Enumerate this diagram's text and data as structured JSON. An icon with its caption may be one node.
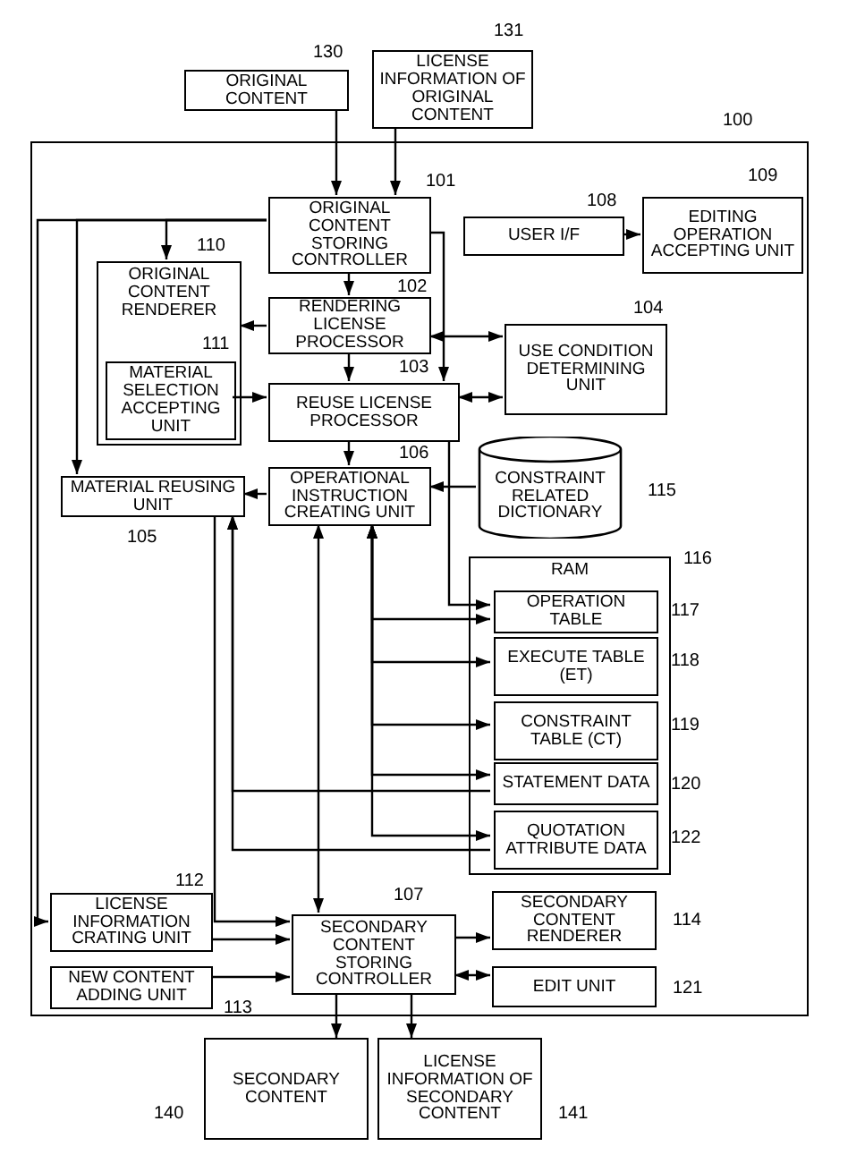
{
  "diagram": {
    "nodes": [
      {
        "text": [
          "ORIGINAL CONTENT"
        ],
        "beside": [
          "130"
        ]
      },
      {
        "text": [
          "LICENSE INFORMATION OF ORIGINAL CONTENT"
        ],
        "beside": [
          "131"
        ]
      },
      {
        "text": [],
        "shape": "box",
        "beside": [
          "100"
        ]
      },
      {
        "text": [
          "ORIGINAL CONTENT STORING CONTROLLER"
        ],
        "beside": [
          "101"
        ],
        "in": 2
      },
      {
        "text": [
          "USER I/F"
        ],
        "beside": [
          "108"
        ],
        "in": 2
      },
      {
        "text": [
          "EDITING OPERATION ACCEPTING UNIT"
        ],
        "beside": [
          "109"
        ],
        "in": 2
      },
      {
        "text": [
          "ORIGINAL CONTENT RENDERER"
        ],
        "beside": [
          "110"
        ],
        "in": 2
      },
      {
        "text": [
          "MATERIAL SELECTION ACCEPTING UNIT"
        ],
        "beside": [
          "111"
        ],
        "in": 6
      },
      {
        "text": [
          "RENDERING LICENSE PROCESSOR"
        ],
        "beside": [
          "102"
        ],
        "in": 2
      },
      {
        "text": [
          "USE CONDITION DETERMINING UNIT"
        ],
        "beside": [
          "104"
        ],
        "in": 2
      },
      {
        "text": [
          "REUSE LICENSE PROCESSOR"
        ],
        "beside": [
          "103"
        ],
        "in": 2
      },
      {
        "text": [
          "MATERIAL REUSING UNIT"
        ],
        "beside": [
          "105"
        ],
        "in": 2
      },
      {
        "text": [
          "OPERATIONAL INSTRUCTION CREATING UNIT"
        ],
        "beside": [
          "106"
        ],
        "in": 2
      },
      {
        "text": [
          "CONSTRAINT RELATED DICTIONARY"
        ],
        "beside": [
          "115"
        ],
        "in": 2
      },
      {
        "text": [
          "RAM"
        ],
        "beside": [
          "116"
        ],
        "in": 2
      },
      {
        "text": [
          "OPERATION TABLE"
        ],
        "beside": [
          "117"
        ],
        "in": 14
      },
      {
        "text": [
          "EXECUTE TABLE (ET)"
        ],
        "beside": [
          "118"
        ],
        "in": 14
      },
      {
        "text": [
          "CONSTRAINT TABLE (CT)"
        ],
        "beside": [
          "119"
        ],
        "in": 14
      },
      {
        "text": [
          "STATEMENT DATA"
        ],
        "beside": [
          "120"
        ],
        "in": 14
      },
      {
        "text": [
          "QUOTATION ATTRIBUTE DATA"
        ],
        "beside": [
          "122"
        ],
        "in": 14
      },
      {
        "text": [
          "LICENSE INFORMATION CRATING UNIT"
        ],
        "beside": [
          "112"
        ],
        "in": 2
      },
      {
        "text": [
          "SECONDARY CONTENT STORING CONTROLLER"
        ],
        "beside": [
          "107"
        ],
        "in": 2
      },
      {
        "text": [
          "SECONDARY CONTENT RENDERER"
        ],
        "beside": [
          "114"
        ],
        "in": 2
      },
      {
        "text": [
          "NEW CONTENT ADDING UNIT"
        ],
        "beside": [
          "113"
        ],
        "in": 2
      },
      {
        "text": [
          "EDIT UNIT"
        ],
        "beside": [
          "121"
        ],
        "in": 2
      },
      {
        "text": [
          "SECONDARY CONTENT"
        ],
        "beside": [
          "140"
        ]
      },
      {
        "text": [
          "LICENSE INFORMATION OF SECONDARY CONTENT"
        ],
        "beside": [
          "141"
        ]
      }
    ],
    "edges": [
      {
        "from": 0,
        "to": 3,
        "arrow": "to"
      },
      {
        "from": 1,
        "to": 3,
        "arrow": "to"
      },
      {
        "from": 4,
        "to": 5,
        "arrow": "to"
      },
      {
        "from": 3,
        "to": 6,
        "arrow": "to"
      },
      {
        "from": 3,
        "to": 8,
        "arrow": "to"
      },
      {
        "from": 3,
        "to": 10,
        "arrow": "to"
      },
      {
        "from": 3,
        "to": 11,
        "arrow": "to"
      },
      {
        "from": 3,
        "to": 20,
        "arrow": "to"
      },
      {
        "from": 8,
        "to": 6,
        "arrow": "to"
      },
      {
        "from": 8,
        "to": 9,
        "arrow": "both"
      },
      {
        "from": 8,
        "to": 10,
        "arrow": "to"
      },
      {
        "from": 7,
        "to": 10,
        "arrow": "to"
      },
      {
        "from": 10,
        "to": 9,
        "arrow": "both"
      },
      {
        "from": 10,
        "to": 12,
        "arrow": "to"
      },
      {
        "from": 10,
        "to": 15,
        "arrow": "to"
      },
      {
        "from": 12,
        "to": 11,
        "arrow": "to"
      },
      {
        "from": 13,
        "to": 12,
        "arrow": "to"
      },
      {
        "from": 12,
        "to": 15,
        "arrow": "both"
      },
      {
        "from": 12,
        "to": 16,
        "arrow": "both"
      },
      {
        "from": 12,
        "to": 17,
        "arrow": "both"
      },
      {
        "from": 12,
        "to": 18,
        "arrow": "both"
      },
      {
        "from": 12,
        "to": 19,
        "arrow": "both"
      },
      {
        "from": 18,
        "to": 11,
        "arrow": "to"
      },
      {
        "from": 19,
        "to": 11,
        "arrow": "to"
      },
      {
        "from": 11,
        "to": 21,
        "arrow": "to"
      },
      {
        "from": 12,
        "to": 21,
        "arrow": "both"
      },
      {
        "from": 20,
        "to": 21,
        "arrow": "to"
      },
      {
        "from": 23,
        "to": 21,
        "arrow": "to"
      },
      {
        "from": 21,
        "to": 22,
        "arrow": "to"
      },
      {
        "from": 21,
        "to": 24,
        "arrow": "both"
      },
      {
        "from": 21,
        "to": 25,
        "arrow": "to"
      },
      {
        "from": 21,
        "to": 26,
        "arrow": "to"
      }
    ]
  }
}
